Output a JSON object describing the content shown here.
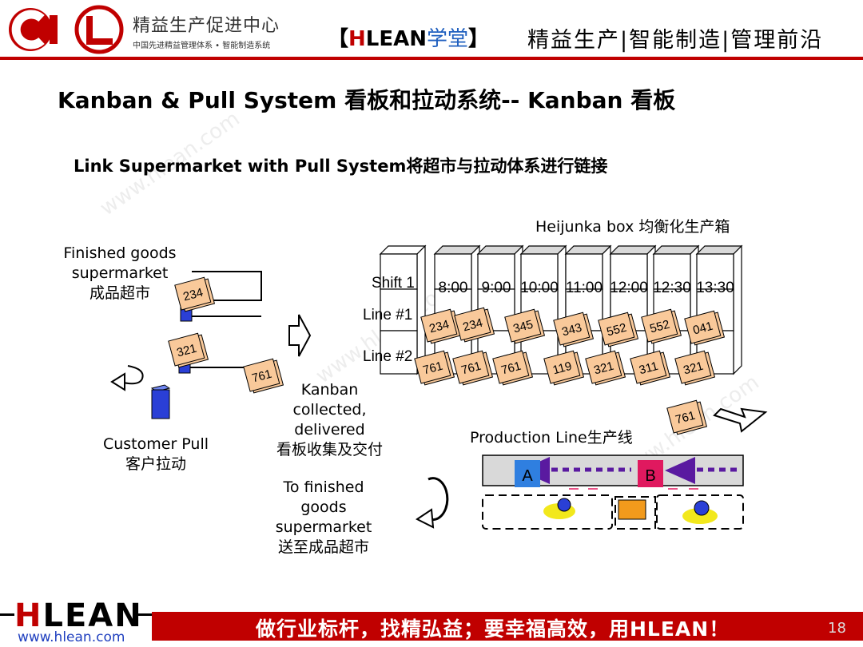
{
  "header": {
    "logo_title": "精益生产促进中心",
    "logo_subtitle": "中国先进精益管理体系 • 智能制造系统",
    "brand_prefix": "【",
    "brand_h": "H",
    "brand_lean": "LEAN",
    "brand_xt": "学堂",
    "brand_suffix": "】",
    "slogan": "精益生产|智能制造|管理前沿"
  },
  "title": "Kanban & Pull System 看板和拉动系统-- Kanban 看板",
  "subtitle": "Link Supermarket with Pull System将超市与拉动体系进行链接",
  "labels": {
    "finished_goods": [
      "Finished goods",
      "supermarket",
      "成品超市"
    ],
    "customer_pull": [
      "Customer Pull",
      "客户拉动"
    ],
    "kanban_collected": [
      "Kanban",
      "collected,",
      "delivered",
      "看板收集及交付"
    ],
    "to_finished": [
      "To finished",
      "goods",
      "supermarket",
      "送至成品超市"
    ],
    "heijunka": "Heijunka box 均衡化生产箱",
    "production_line": "Production Line生产线",
    "shift": "Shift 1",
    "line1": "Line #1",
    "line2": "Line #2"
  },
  "heijunka": {
    "times": [
      "8:00",
      "9:00",
      "10:00",
      "11:00",
      "12:00",
      "12:30",
      "13:30"
    ],
    "line1_cards": [
      "234",
      "234",
      "345",
      "343",
      "552",
      "552",
      "041"
    ],
    "line2_cards": [
      "761",
      "761",
      "761",
      "119",
      "321",
      "311",
      "321"
    ]
  },
  "supermarket_cards": [
    "234",
    "321",
    "761"
  ],
  "delivered_card": "761",
  "stations": [
    "A",
    "B"
  ],
  "footer": {
    "logo_h": "H",
    "logo_rest": "LEAN",
    "url": "www.hlean.com",
    "slogan": "做行业标杆，找精弘益；要幸福高效，用HLEAN！",
    "page": "18"
  },
  "watermark": "www.hlean.com",
  "colors": {
    "accent": "#c00000",
    "card": "#f9c99a",
    "station_a": "#2f7fe0",
    "station_b": "#e0195f",
    "arrow": "#5a1aa0"
  }
}
